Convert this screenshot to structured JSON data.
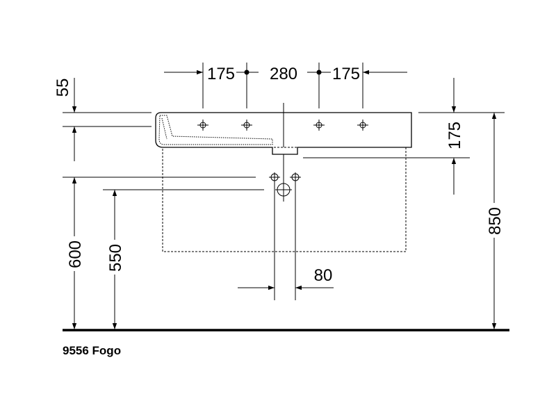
{
  "drawing": {
    "caption": "9556 Fogo",
    "dimensions": {
      "top_left_spacing": "175",
      "top_middle_spacing": "280",
      "top_right_spacing": "175",
      "rim_offset": "55",
      "basin_height": "175",
      "total_height": "850",
      "drain_height": "600",
      "waste_height": "550",
      "waste_width": "80"
    }
  }
}
